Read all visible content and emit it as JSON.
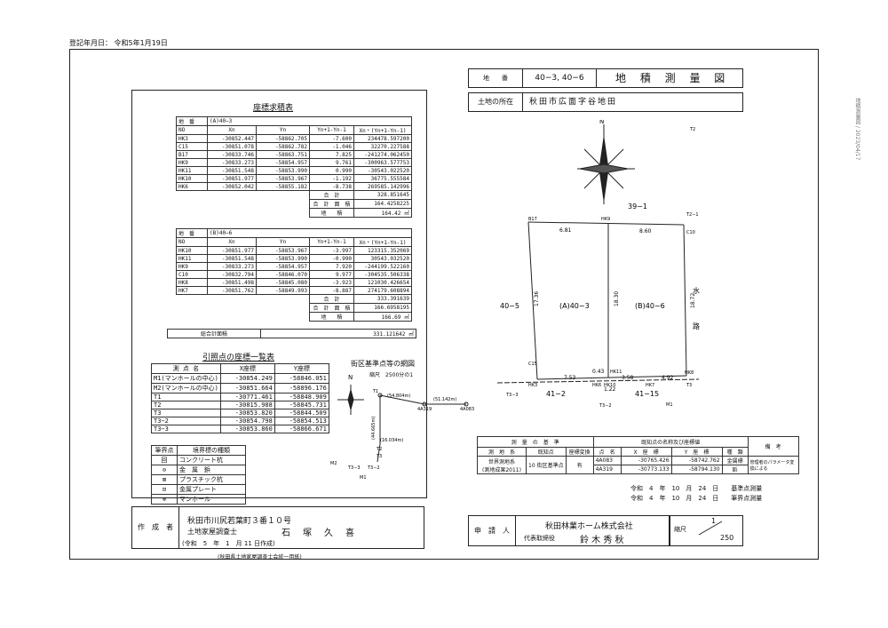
{
  "header": {
    "reg_date": "登記年月日： 令和5年1月19日",
    "side_stamp": "地積測量図 / 2023/04/17"
  },
  "title_block": {
    "chiban_label": "地　　番",
    "chiban_value": "40−3, 40−6",
    "doc_title": "地 積 測 量 図",
    "location_label": "土地の所在",
    "location_value": "秋田市広面字谷地田"
  },
  "coord_table_title": "座標求積表",
  "table_a": {
    "label": "(A)40−3",
    "chiban": "地　番",
    "headers": [
      "NO",
      "Xn",
      "Yn",
      "Yn+1-Yn-1",
      "Xn・(Yn+1-Yn-1)"
    ],
    "rows": [
      [
        "HK3",
        "-30852.447",
        "-58862.705",
        "-7.600",
        "234478.597200"
      ],
      [
        "C15",
        "-30851.078",
        "-58862.782",
        "-1.046",
        "32270.227588"
      ],
      [
        "B17",
        "-30833.746",
        "-58863.751",
        "7.825",
        "-241274.062450"
      ],
      [
        "HK9",
        "-30833.273",
        "-58854.957",
        "9.761",
        "-300963.577753"
      ],
      [
        "HK11",
        "-30851.548",
        "-58853.990",
        "0.990",
        "-30543.022520"
      ],
      [
        "HK10",
        "-30851.977",
        "-58853.967",
        "-1.192",
        "36775.555584"
      ],
      [
        "HK6",
        "-30852.042",
        "-58855.182",
        "-8.738",
        "269585.142996"
      ]
    ],
    "sum_label": "合　計",
    "sum_value": "328.851645",
    "area2_label": "合　計　面　積",
    "area2_value": "164.4258225",
    "area_label": "地　　積",
    "area_value": "164.42",
    "unit": "㎡"
  },
  "table_b": {
    "label": "(B)40−6",
    "chiban": "地　番",
    "headers": [
      "NO",
      "Xn",
      "Yn",
      "Yn+1-Yn-1",
      "Xn・(Yn+1-Yn-1)"
    ],
    "rows": [
      [
        "HK10",
        "-30851.977",
        "-58853.967",
        "-3.997",
        "123315.352069"
      ],
      [
        "HK11",
        "-30851.548",
        "-58853.990",
        "-0.990",
        "30543.032520"
      ],
      [
        "HK9",
        "-30833.273",
        "-58854.957",
        "7.920",
        "-244199.522160"
      ],
      [
        "C10",
        "-30832.794",
        "-58846.070",
        "9.977",
        "-304535.506338"
      ],
      [
        "HK8",
        "-30851.498",
        "-58845.080",
        "-3.923",
        "121030.426654"
      ],
      [
        "HK7",
        "-30851.762",
        "-58849.993",
        "-8.887",
        "274179.608894"
      ]
    ],
    "sum_label": "合　計",
    "sum_value": "333.391639",
    "area2_label": "合　計　面　積",
    "area2_value": "166.6958195",
    "area_label": "地　　積",
    "area_value": "166.69",
    "unit": "㎡"
  },
  "total": {
    "label": "総合計面積",
    "value": "331.121642",
    "unit": "㎡"
  },
  "ref_table": {
    "title": "引照点の座標一覧表",
    "headers": [
      "測 点 名",
      "X座標",
      "Y座標"
    ],
    "rows": [
      [
        "M1(マンホールの中心)",
        "-30854.249",
        "-58846.051"
      ],
      [
        "M2(マンホールの中心)",
        "-30851.664",
        "-58896.176"
      ],
      [
        "T1",
        "-30771.461",
        "-58848.909"
      ],
      [
        "T2",
        "-30815.988",
        "-58845.731"
      ],
      [
        "T3",
        "-30853.820",
        "-58844.509"
      ],
      [
        "T3−2",
        "-30854.798",
        "-58854.513"
      ],
      [
        "T3−3",
        "-30853.860",
        "-58866.671"
      ]
    ]
  },
  "legend": {
    "headers": [
      "筆界点",
      "境界標の種類"
    ],
    "rows": [
      [
        "回",
        "コンクリート杭"
      ],
      [
        "⊙",
        "金　属　鋲"
      ],
      [
        "⊠",
        "プラスチック杭"
      ],
      [
        "⊡",
        "金属プレート"
      ],
      [
        "⊗",
        "マンホール"
      ]
    ]
  },
  "sketch": {
    "title": "街区基準点等の網図",
    "scale": "縮尺　2500分の1",
    "north": "N",
    "labels": [
      "T1",
      "4A319",
      "4A083",
      "T2",
      "T3",
      "T3−3",
      "T3−2",
      "M1",
      "M2"
    ],
    "dims": [
      "(54.804m)",
      "(51.142m)",
      "(44.665m)",
      "(16.034m)"
    ]
  },
  "plan": {
    "north": "N",
    "road_top": "39−1",
    "left_lot": "40−5",
    "lot_a": "(A)40−3",
    "lot_b": "(B)40−6",
    "bottom_left": "41−2",
    "bottom_right": "41−15",
    "water1": "水",
    "water2": "路",
    "points": [
      "B17",
      "HK9",
      "T2−1",
      "C10",
      "C15",
      "HK3",
      "HK6",
      "HK10",
      "HK11",
      "HK7",
      "HK8",
      "T3−3",
      "T3−2",
      "T3",
      "T2",
      "M1"
    ],
    "dims": [
      "6.81",
      "8.60",
      "17.36",
      "18.30",
      "18.72",
      "7.53",
      "0.43",
      "1.22",
      "3.58",
      "4.92"
    ]
  },
  "survey": {
    "basis_label": "測　量　の　基　準",
    "known_label": "既知点の名称及び座標値",
    "remarks_label": "備　考",
    "sub_headers": [
      "測　地　系",
      "既知点",
      "座標変換",
      "点　名",
      "X　座　標",
      "Y　座　標",
      "種　類"
    ],
    "system": "世界測地系",
    "system2": "(測地成果2011)",
    "known_count": "10",
    "known_kind": "街区基準点",
    "transform": "有",
    "points": [
      [
        "4A083",
        "-30765.426",
        "-58742.762",
        "金属標"
      ],
      [
        "4A319",
        "-30773.133",
        "-58794.130",
        "鋲"
      ]
    ],
    "remarks": "管理者のパラメータ変換による",
    "date1": "令和　4　年　10　月　24　日　　基準点測量",
    "date2": "令和　4　年　10　月　24　日　　筆界点測量"
  },
  "author": {
    "label": "作　成　者",
    "address": "秋田市川尻若葉町３番１０号",
    "title": "土地家屋調査士",
    "name": "石　塚　久　喜",
    "date": "(令和　5　年　1　月 11 日作成)"
  },
  "applicant": {
    "label": "申　請　人",
    "company": "秋田林業ホーム株式会社",
    "role": "代表取締役",
    "name": "鈴 木 秀 秋"
  },
  "scale": {
    "label": "縮尺",
    "num": "1",
    "den": "250"
  },
  "footer": "(秋田県土地家屋調査士会統一用紙)"
}
